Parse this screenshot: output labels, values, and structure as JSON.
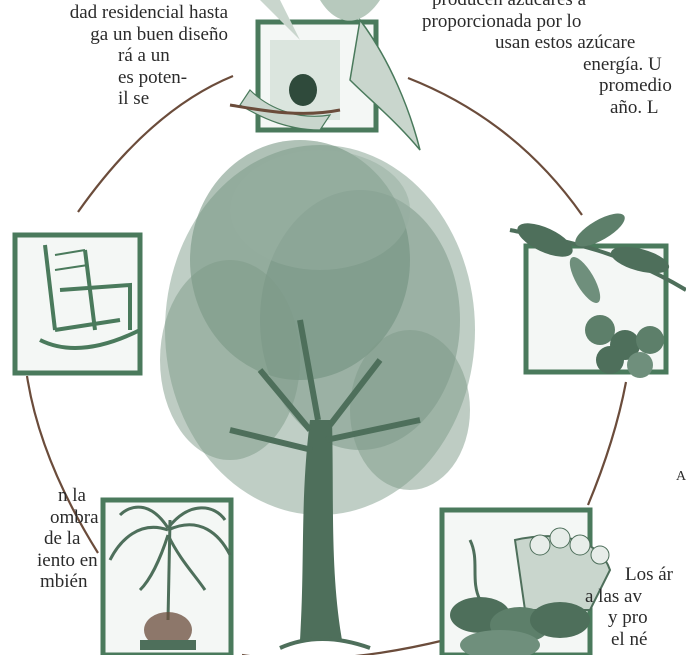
{
  "text_top_left": [
    "dad residencial hasta",
    "ga un buen diseño",
    "rá a un",
    "es poten-",
    "il se"
  ],
  "text_top_right": [
    "producen azúcares a",
    "proporcionada por lo",
    "usan estos azúcare",
    "energía.  U",
    "promedio",
    "año.  L"
  ],
  "text_bottom_left": [
    "n la",
    "ombra",
    "de la",
    "iento en",
    "mbién"
  ],
  "text_bottom_right": [
    "Los ár",
    "a las av",
    "y pro",
    "el né"
  ],
  "stray_mark": "A",
  "colors": {
    "green": "#4a7a5c",
    "brown": "#6b4c3b",
    "text": "#2b2b2b"
  },
  "icons": [
    "bird-icon",
    "rocking-chair-icon",
    "fruit-branch-icon",
    "potted-palm-icon",
    "fruit-basket-icon",
    "tree-icon"
  ]
}
